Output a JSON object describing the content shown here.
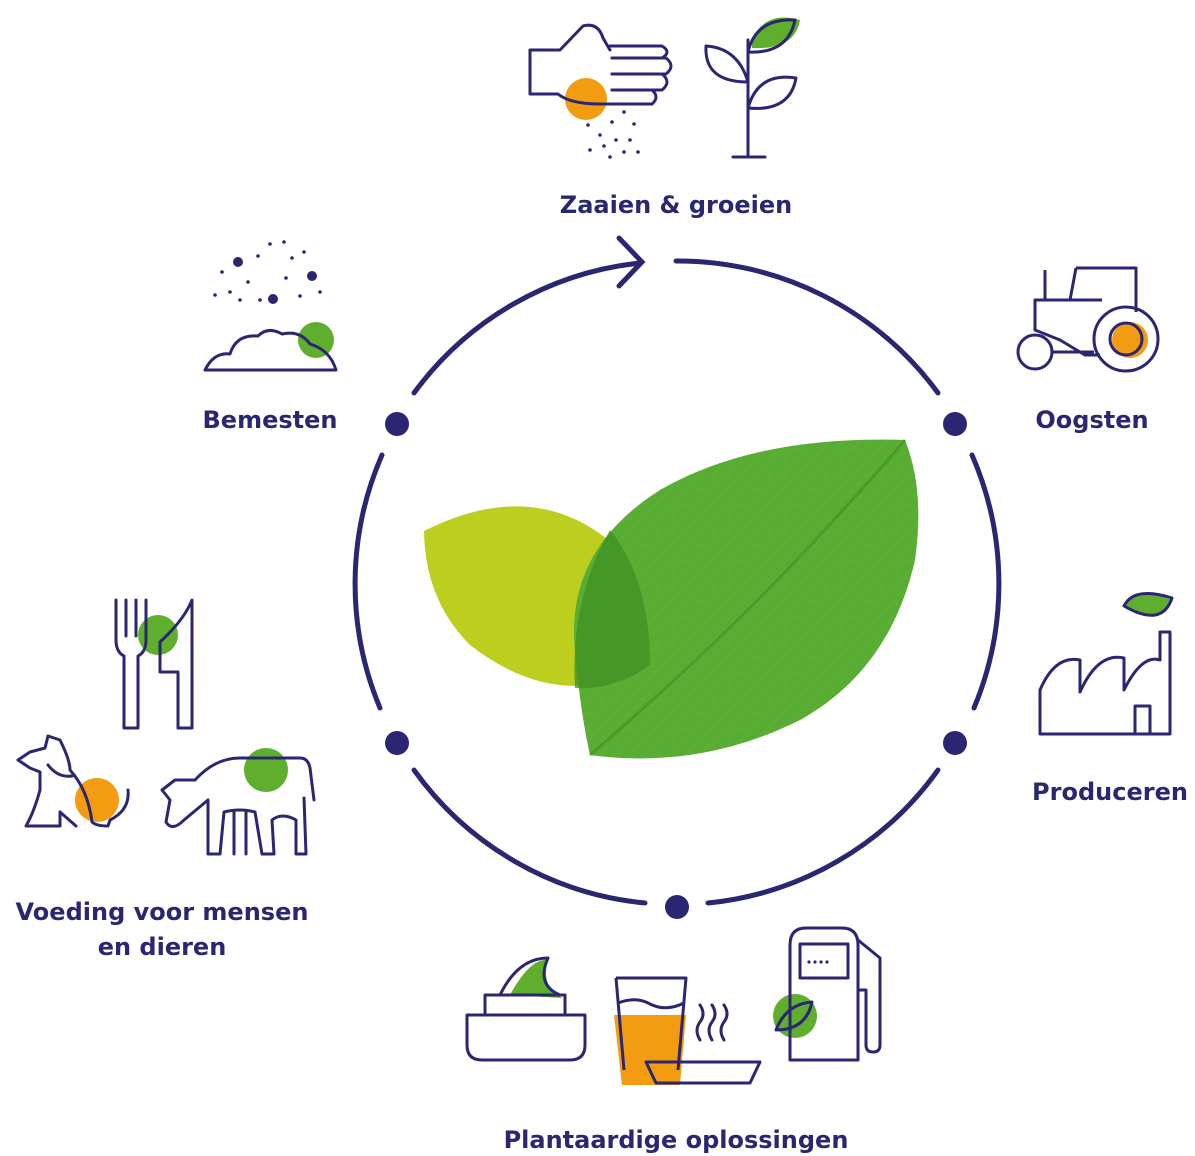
{
  "colors": {
    "navy": "#2a2672",
    "orange": "#f39c12",
    "green": "#5fae2e",
    "leaf_light": "#bfcf1f",
    "leaf_dark": "#59ad34"
  },
  "stages": [
    {
      "id": "sow",
      "label": "Zaaien & groeien",
      "icons": [
        "seed-sowing-hand-icon",
        "seedling-icon"
      ]
    },
    {
      "id": "harvest",
      "label": "Oogsten",
      "icons": [
        "tractor-icon"
      ]
    },
    {
      "id": "produce",
      "label": "Produceren",
      "icons": [
        "factory-icon"
      ]
    },
    {
      "id": "solutions",
      "label": "Plantaardige oplossingen",
      "icons": [
        "cream-jar-icon",
        "drink-glass-icon",
        "food-bowl-icon",
        "fuel-pump-icon"
      ]
    },
    {
      "id": "food",
      "label_line1": "Voeding voor mensen",
      "label_line2": "en dieren",
      "icons": [
        "cutlery-icon",
        "dog-icon",
        "cow-icon"
      ]
    },
    {
      "id": "fertilize",
      "label": "Bemesten",
      "icons": [
        "fertilizer-pile-icon"
      ]
    }
  ]
}
